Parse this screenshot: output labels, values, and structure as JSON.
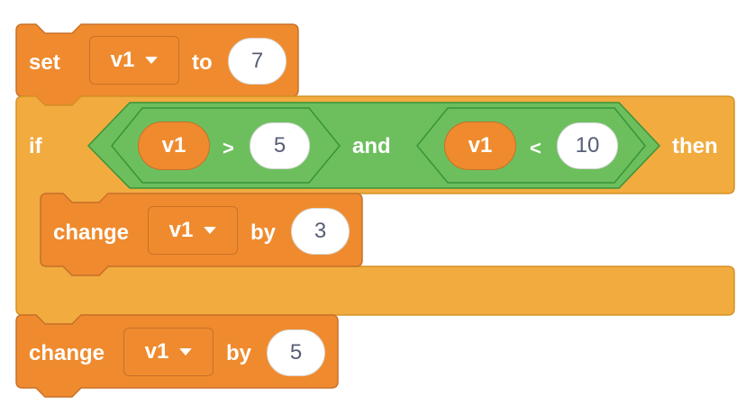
{
  "blocks": {
    "set": {
      "keyword": "set",
      "variable": "v1",
      "connector": "to",
      "value": "7"
    },
    "if_block": {
      "keyword_if": "if",
      "keyword_then": "then",
      "condition": {
        "operator": "and",
        "left": {
          "reporter": "v1",
          "operator": ">",
          "value": "5"
        },
        "right": {
          "reporter": "v1",
          "operator": "<",
          "value": "10"
        }
      },
      "inner": {
        "keyword": "change",
        "variable": "v1",
        "connector": "by",
        "value": "3"
      }
    },
    "change_after": {
      "keyword": "change",
      "variable": "v1",
      "connector": "by",
      "value": "5"
    }
  },
  "colors": {
    "variables_block": "#ef8b2e",
    "control_block": "#f2ab3f",
    "operator_block": "#6dbf5e",
    "text_white": "#ffffff",
    "value_text": "#575e75"
  }
}
